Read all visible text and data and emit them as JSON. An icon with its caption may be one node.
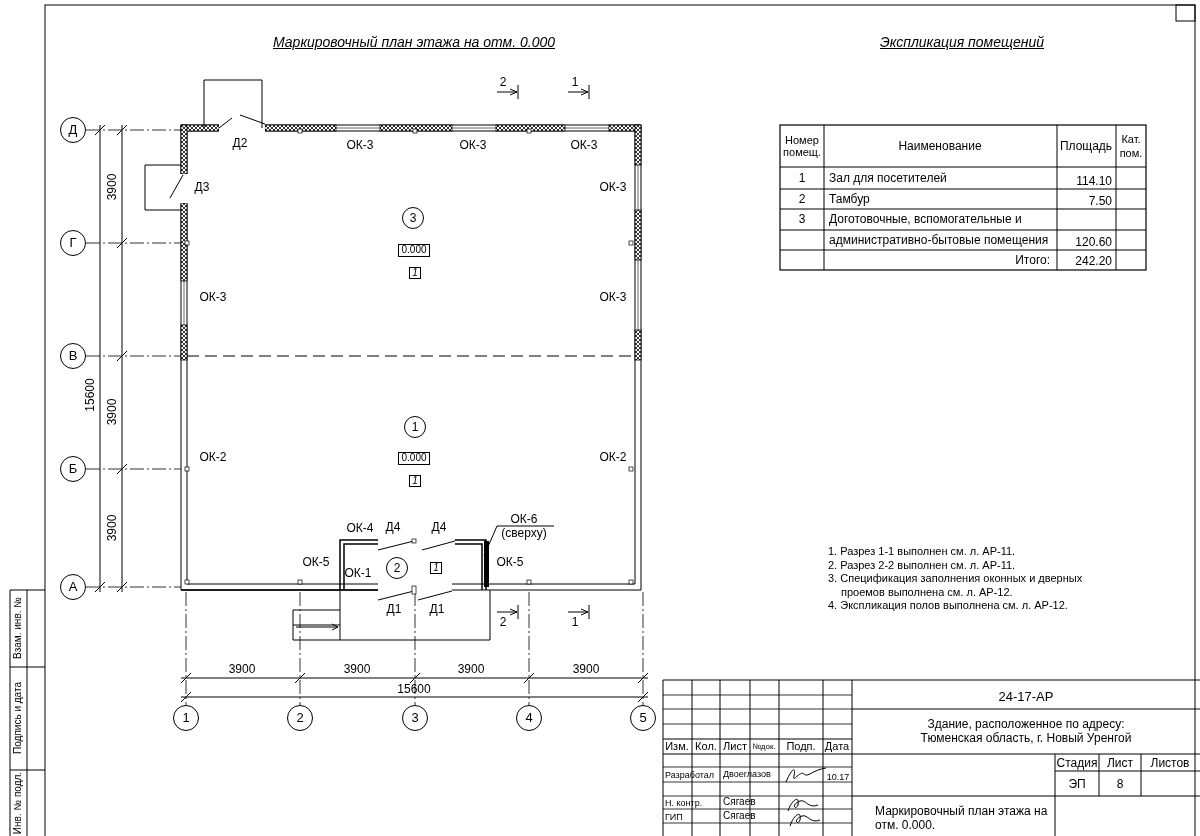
{
  "diagram": {
    "title": "Маркировочный план этажа на отм. 0.000",
    "nodes": [
      {
        "text": [
          "Д"
        ]
      },
      {
        "text": [
          "Г"
        ]
      },
      {
        "text": [
          "В"
        ]
      },
      {
        "text": [
          "Б"
        ]
      },
      {
        "text": [
          "А"
        ]
      },
      {
        "text": [
          "3"
        ]
      },
      {
        "text": [
          "0.000"
        ]
      },
      {
        "text": [
          "1"
        ]
      },
      {
        "text": [
          "1"
        ]
      },
      {
        "text": [
          "0.000"
        ]
      },
      {
        "text": [
          "1"
        ]
      },
      {
        "text": [
          "2"
        ]
      },
      {
        "text": [
          "1"
        ]
      },
      {
        "text": [
          "1"
        ]
      },
      {
        "text": [
          "2"
        ]
      },
      {
        "text": [
          "3"
        ]
      },
      {
        "text": [
          "4"
        ]
      },
      {
        "text": [
          "5"
        ]
      },
      {
        "text": [
          "ОК-6 (сверху)"
        ]
      },
      {
        "text": [],
        "shape": "bar"
      }
    ],
    "edges": [
      {
        "from": 18,
        "to": 19,
        "arrow": "none"
      }
    ],
    "labels": [
      "Экспликация помещений",
      "2",
      "1",
      "Д2",
      "ОК-3",
      "ОК-3",
      "ОК-3",
      "Номер помещ.",
      "Наименование",
      "Площадь",
      "Кат. пом.",
      "1",
      "Зал для посетителей",
      "114.10",
      "2",
      "Тамбур",
      "7.50",
      "3",
      "Доготовочные, вспомогательные и",
      "административно-бытовые помещения",
      "120.60",
      "Итого:",
      "242.20",
      "Д3",
      "ОК-3",
      "3900",
      "ОК-3",
      "ОК-3",
      "15600",
      "3900",
      "ОК-2",
      "ОК-2",
      "3900",
      "ОК-4",
      "Д4",
      "Д4",
      "1. Разрез 1-1 выполнен см. л. АР-11.",
      "2. Разрез 2-2 выполнен см. л. АР-11.",
      "3. Спецификация заполнения оконных и дверных проемов выполнена см. л. АР-12.",
      "4. Экспликация полов выполнена см. л. АР-12.",
      "ОК-5",
      "ОК-1",
      "ОК-5",
      "Д1",
      "Д1",
      "2",
      "1",
      "3900",
      "3900",
      "3900",
      "3900",
      "15600",
      "Взам. инв. №",
      "Подпись и дата",
      "Инв. № подл.",
      "24-17-АР",
      "Здание, расположенное по адресу: Тюменская область, г. Новый Уренгой",
      "Изм.",
      "Кол.",
      "Лист",
      "№док.",
      "Подп.",
      "Дата",
      "Стадия",
      "Лист",
      "Листов",
      "Разработал",
      "Двоеглазов",
      "10.17",
      "ЭП",
      "8",
      "Н. контр.",
      "Сягаев",
      "Маркировочный план этажа на отм. 0.000.",
      "ГИП",
      "Сягаев"
    ]
  }
}
